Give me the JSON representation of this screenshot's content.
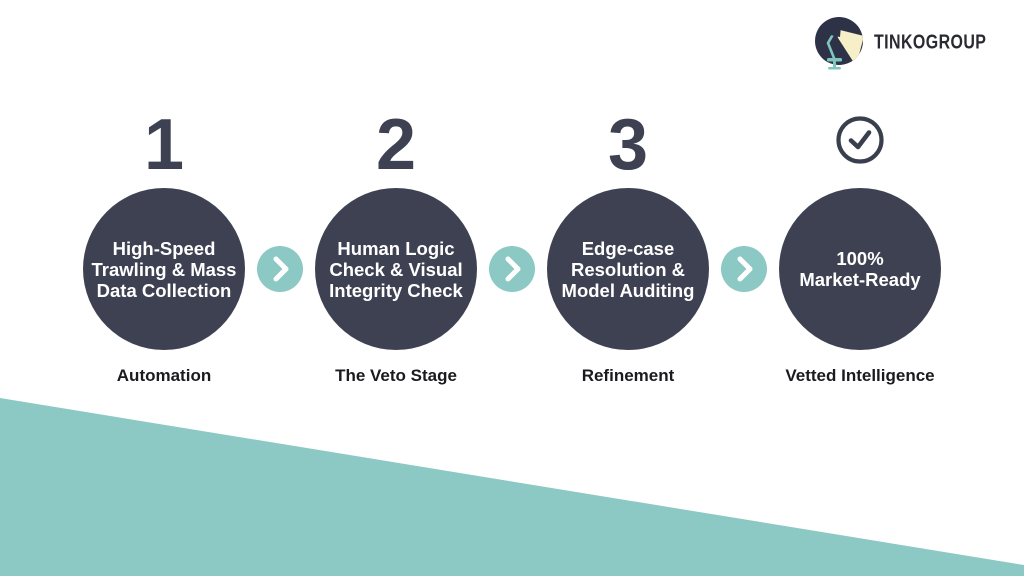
{
  "brand": {
    "name": "TINKOGROUP",
    "logo_icon": "desk-lamp-icon"
  },
  "steps": [
    {
      "number": "1",
      "title_lines": [
        "High-Speed",
        "Trawling & Mass",
        "Data Collection"
      ],
      "label": "Automation"
    },
    {
      "number": "2",
      "title_lines": [
        "Human Logic",
        "Check & Visual",
        "Integrity Check"
      ],
      "label": "The Veto Stage"
    },
    {
      "number": "3",
      "title_lines": [
        "Edge-case",
        "Resolution &",
        "Model Auditing"
      ],
      "label": "Refinement"
    },
    {
      "number": "",
      "header_icon": "check-circle-icon",
      "title_lines": [
        "100%",
        "Market-Ready"
      ],
      "label": "Vetted Intelligence"
    }
  ],
  "connector_icon": "chevron-right-icon",
  "colors": {
    "step_circle_dark": "#3E4152",
    "accent_teal": "#8DC9C4",
    "label_text": "#1B1B1F",
    "circle_text": "#FFFFFF",
    "logo_navy": "#2E3247",
    "logo_beam_cream": "#F7EFC7",
    "logo_teal": "#7FC6BF",
    "background": "#FFFFFF"
  }
}
